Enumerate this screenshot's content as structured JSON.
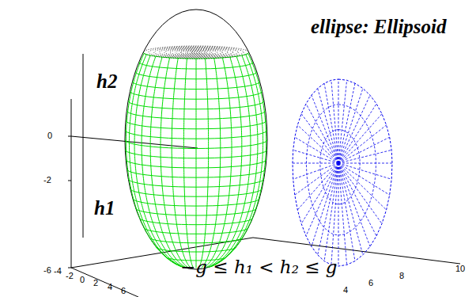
{
  "diagram": {
    "labels": [
      "ellipse: Ellipsoid",
      "h2",
      "h1",
      "0",
      "-2",
      "-6",
      "-4",
      "-2",
      "0",
      "2",
      "4",
      "6",
      "4",
      "6",
      "8",
      "10",
      "−g ≤ h₁ < h₂ ≤ g"
    ]
  }
}
